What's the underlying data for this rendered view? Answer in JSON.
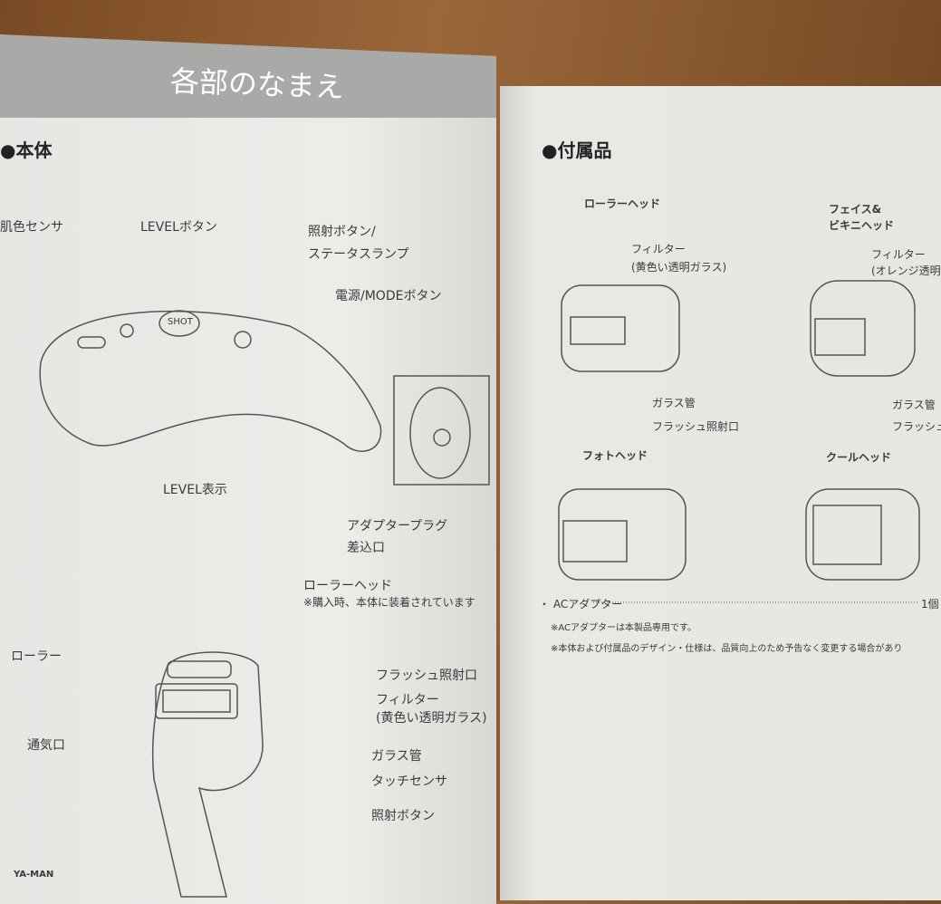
{
  "left_page": {
    "title": "各部のなまえ",
    "section": "●本体",
    "labels": {
      "skin_sensor": "肌色センサ",
      "level_button": "LEVELボタン",
      "shot_button": "照射ボタン/",
      "status_lamp": "ステータスランプ",
      "power_button": "電源/MODEボタン",
      "level_display": "LEVEL表示",
      "adapter_plug": "アダプタープラグ",
      "adapter_plug2": "差込口",
      "roller_head": "ローラーヘッド",
      "roller_head_note": "※購入時、本体に装着されています",
      "roller": "ローラー",
      "flash_window": "フラッシュ照射口",
      "filter": "フィルター",
      "filter_note": "(黄色い透明ガラス)",
      "vent": "通気口",
      "glass_tube": "ガラス管",
      "touch_sensor": "タッチセンサ",
      "shot_button2": "照射ボタン"
    },
    "button_text": "SHOT",
    "brand": "YA-MAN"
  },
  "right_page": {
    "section": "●付属品",
    "roller_head": {
      "title": "ローラーヘッド",
      "filter": "フィルター",
      "filter_note": "(黄色い透明ガラス)",
      "glass_tube": "ガラス管",
      "flash_window": "フラッシュ照射口"
    },
    "face_head": {
      "title1": "フェイス&",
      "title2": "ビキニヘッド",
      "filter": "フィルター",
      "filter_note": "(オレンジ透明",
      "glass_tube": "ガラス管",
      "flash_window": "フラッシュ"
    },
    "photo_head": {
      "title": "フォトヘッド"
    },
    "cool_head": {
      "title": "クールヘッド"
    },
    "ac_adapter": "・ ACアダプター",
    "ac_qty": "1個",
    "note1": "※ACアダプターは本製品専用です。",
    "note2": "※本体および付属品のデザイン・仕様は、品質向上のため予告なく変更する場合があり"
  }
}
